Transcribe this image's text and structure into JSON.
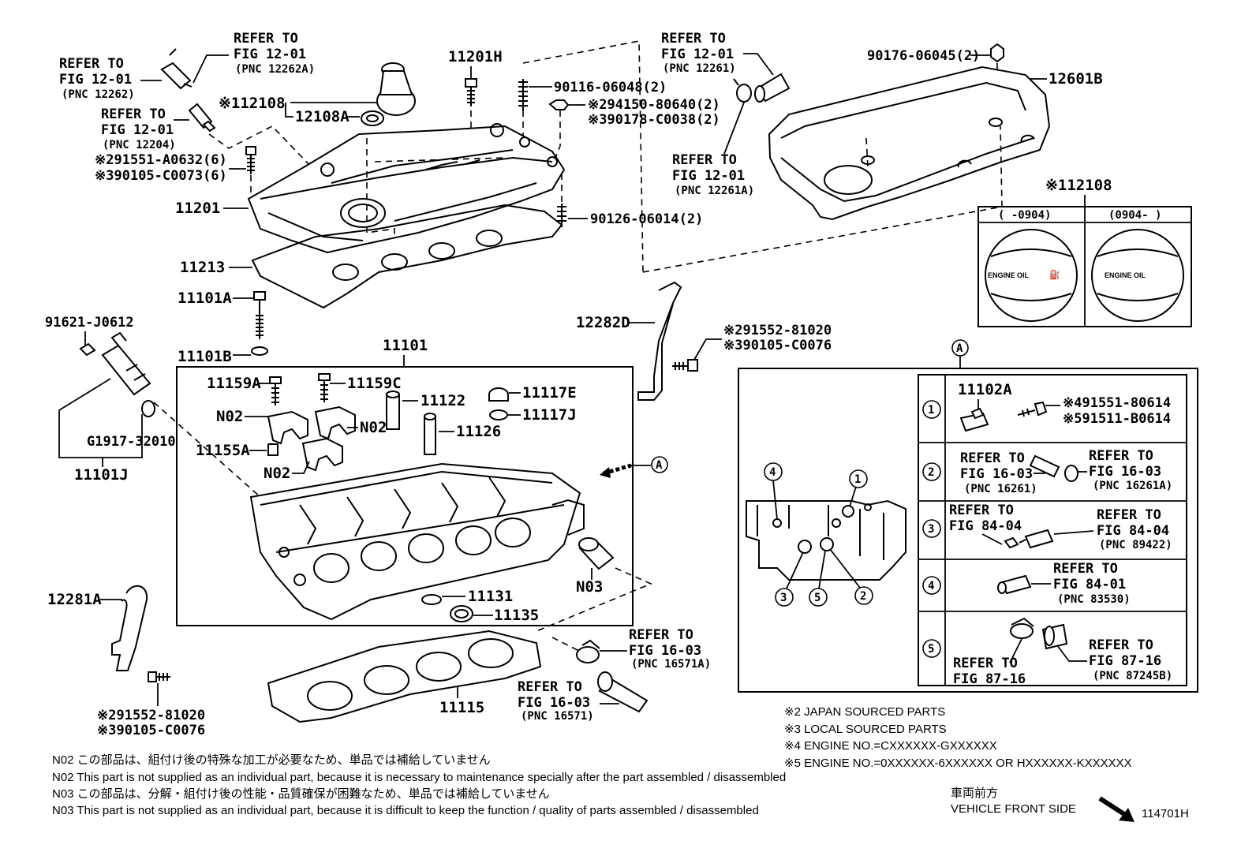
{
  "drawing_id": "114701H",
  "callouts": {
    "c11201H": "11201H",
    "c12108": "※112108",
    "c12108A": "12108A",
    "c90116": "90116-06048(2)",
    "c294150": "※294150-80640(2)",
    "c390178": "※390178-C0038(2)",
    "c291551a": "※291551-A0632(6)",
    "c390105a": "※390105-C0073(6)",
    "c11201": "11201",
    "c90126": "90126-06014(2)",
    "c11213": "11213",
    "c11101A": "11101A",
    "c11101B": "11101B",
    "c11101": "11101",
    "c91621": "91621-J0612",
    "cG1917": "G1917-32010",
    "c11101J": "11101J",
    "c11159A": "11159A",
    "c11159C": "11159C",
    "c11122": "11122",
    "c11117E": "11117E",
    "c11117J": "11117J",
    "c11126": "11126",
    "cN02a": "N02",
    "cN02b": "N02",
    "cN02c": "N02",
    "c11155A": "11155A",
    "cN03": "N03",
    "c11131": "11131",
    "c11135": "11135",
    "c11115": "11115",
    "c12281A": "12281A",
    "c291552b": "※291552-81020",
    "c390105b": "※390105-C0076",
    "c12282D": "12282D",
    "c291552a": "※291552-81020",
    "c390105c": "※390105-C0076",
    "c90176": "90176-06045(2)",
    "c12601B": "12601B",
    "c12108box": "※112108",
    "c11102A": "11102A",
    "c491551": "※491551-80614",
    "c591511": "※591511-B0614",
    "circleA": "A",
    "arrowA": "A"
  },
  "refer": {
    "r1": {
      "t": "REFER TO",
      "f": "FIG 12-01",
      "p": "(PNC 12262)"
    },
    "r2": {
      "t": "REFER TO",
      "f": "FIG 12-01",
      "p": "(PNC 12262A)"
    },
    "r3": {
      "t": "REFER TO",
      "f": "FIG 12-01",
      "p": "(PNC 12204)"
    },
    "r4": {
      "t": "REFER TO",
      "f": "FIG 12-01",
      "p": "(PNC 12261)"
    },
    "r5": {
      "t": "REFER TO",
      "f": "FIG 12-01",
      "p": "(PNC 12261A)"
    },
    "r6": {
      "t": "REFER TO",
      "f": "FIG 16-03",
      "p": "(PNC 16571A)"
    },
    "r7": {
      "t": "REFER TO",
      "f": "FIG 16-03",
      "p": "(PNC 16571)"
    }
  },
  "oil_cap_box": {
    "left_range": "(     -0904)",
    "right_range": "(0904-     )",
    "left_cap_text": "ENGINE OIL",
    "right_cap_text": "ENGINE OIL"
  },
  "detail_box": {
    "rows": [
      {
        "num": "1"
      },
      {
        "num": "2",
        "rl_t": "REFER TO",
        "rl_f": "FIG 16-03",
        "rl_p": "(PNC 16261)",
        "rr_t": "REFER TO",
        "rr_f": "FIG 16-03",
        "rr_p": "(PNC 16261A)"
      },
      {
        "num": "3",
        "rl_t": "REFER TO",
        "rl_f": "FIG 84-04",
        "rr_t": "REFER TO",
        "rr_f": "FIG 84-04",
        "rr_p": "(PNC 89422)"
      },
      {
        "num": "4",
        "rr_t": "REFER TO",
        "rr_f": "FIG 84-01",
        "rr_p": "(PNC 83530)"
      },
      {
        "num": "5",
        "rl_t": "REFER TO",
        "rl_f": "FIG 87-16",
        "rr_t": "REFER TO",
        "rr_f": "FIG 87-16",
        "rr_p": "(PNC 87245B)"
      }
    ],
    "engine_marks": [
      "4",
      "1",
      "3",
      "5",
      "2"
    ]
  },
  "legend": [
    "※2 JAPAN SOURCED PARTS",
    "※3 LOCAL SOURCED PARTS",
    "※4 ENGINE NO.=CXXXXXX-GXXXXXX",
    "※5 ENGINE NO.=0XXXXXX-6XXXXXX OR HXXXXXX-KXXXXXX"
  ],
  "notes": [
    "N02  この部品は、組付け後の特殊な加工が必要なため、単品では補給していません",
    "N02 This part is not supplied as an individual part, because it is necessary to maintenance specially after the part assembled / disassembled",
    "N03  この部品は、分解・組付け後の性能・品質確保が困難なため、単品では補給していません",
    "N03 This part is not supplied as an individual part, because it is difficult to keep the function / quality of parts  assembled / disassembled"
  ],
  "front": {
    "jp": "車両前方",
    "en": "VEHICLE FRONT SIDE"
  }
}
